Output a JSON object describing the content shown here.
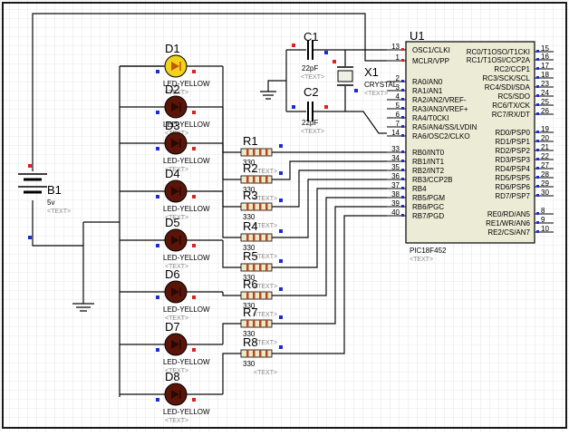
{
  "grid_color": "#d4d4d4",
  "border_color": "#1a1a1a",
  "wire_color": "#0a0a0a",
  "led_color_on": "#f2d21b",
  "led_color_off": "#5a1508",
  "resistor_fill": "#f0e6c8",
  "resistor_stripe": "#b24a20",
  "marker_red": "#e02020",
  "marker_blue": "#1c2bd0",
  "mcu": {
    "ref": "U1",
    "part": "PIC18F452",
    "text": "<TEXT>",
    "left_pins": [
      {
        "num": "13",
        "name": "OSC1/CLKI"
      },
      {
        "num": "1",
        "name": "MCLR/VPP"
      },
      {
        "num": "2",
        "name": "RA0/AN0"
      },
      {
        "num": "3",
        "name": "RA1/AN1"
      },
      {
        "num": "4",
        "name": "RA2/AN2/VREF-"
      },
      {
        "num": "5",
        "name": "RA3/AN3/VREF+"
      },
      {
        "num": "6",
        "name": "RA4/T0CKI"
      },
      {
        "num": "7",
        "name": "RA5/AN4/SS/LVDIN"
      },
      {
        "num": "14",
        "name": "RA6/OSC2/CLKO"
      },
      {
        "num": "33",
        "name": "RB0/INT0"
      },
      {
        "num": "34",
        "name": "RB1/INT1"
      },
      {
        "num": "35",
        "name": "RB2/INT2"
      },
      {
        "num": "36",
        "name": "RB3/CCP2B"
      },
      {
        "num": "37",
        "name": "RB4"
      },
      {
        "num": "38",
        "name": "RB5/PGM"
      },
      {
        "num": "39",
        "name": "RB6/PGC"
      },
      {
        "num": "40",
        "name": "RB7/PGD"
      }
    ],
    "right_pins": [
      {
        "num": "15",
        "name": "RC0/T1OSO/T1CKI"
      },
      {
        "num": "16",
        "name": "RC1/T1OSI/CCP2A"
      },
      {
        "num": "17",
        "name": "RC2/CCP1"
      },
      {
        "num": "18",
        "name": "RC3/SCK/SCL"
      },
      {
        "num": "23",
        "name": "RC4/SDI/SDA"
      },
      {
        "num": "24",
        "name": "RC5/SDO"
      },
      {
        "num": "25",
        "name": "RC6/TX/CK"
      },
      {
        "num": "26",
        "name": "RC7/RX/DT"
      },
      {
        "num": "19",
        "name": "RD0/PSP0"
      },
      {
        "num": "20",
        "name": "RD1/PSP1"
      },
      {
        "num": "21",
        "name": "RD2/PSP2"
      },
      {
        "num": "22",
        "name": "RD3/PSP3"
      },
      {
        "num": "27",
        "name": "RD4/PSP4"
      },
      {
        "num": "28",
        "name": "RD5/PSP5"
      },
      {
        "num": "29",
        "name": "RD6/PSP6"
      },
      {
        "num": "30",
        "name": "RD7/PSP7"
      },
      {
        "num": "8",
        "name": "RE0/RD/AN5"
      },
      {
        "num": "9",
        "name": "RE1/WR/AN6"
      },
      {
        "num": "10",
        "name": "RE2/CS/AN7"
      }
    ]
  },
  "crystal": {
    "ref": "X1",
    "value": "CRYSTAL",
    "text": "<TEXT>"
  },
  "caps": [
    {
      "ref": "C1",
      "value": "22pF",
      "text": "<TEXT>"
    },
    {
      "ref": "C2",
      "value": "22pF",
      "text": "<TEXT>"
    }
  ],
  "battery": {
    "ref": "B1",
    "value": "5v",
    "text": "<TEXT>"
  },
  "leds": [
    {
      "ref": "D1",
      "part": "LED-YELLOW",
      "text": "<TEXT>",
      "lit": true
    },
    {
      "ref": "D2",
      "part": "LED-YELLOW",
      "text": "<TEXT>",
      "lit": false
    },
    {
      "ref": "D3",
      "part": "LED-YELLOW",
      "text": "<TEXT>",
      "lit": false
    },
    {
      "ref": "D4",
      "part": "LED-YELLOW",
      "text": "<TEXT>",
      "lit": false
    },
    {
      "ref": "D5",
      "part": "LED-YELLOW",
      "text": "<TEXT>",
      "lit": false
    },
    {
      "ref": "D6",
      "part": "LED-YELLOW",
      "text": "<TEXT>",
      "lit": false
    },
    {
      "ref": "D7",
      "part": "LED-YELLOW",
      "text": "<TEXT>",
      "lit": false
    },
    {
      "ref": "D8",
      "part": "LED-YELLOW",
      "text": "<TEXT>",
      "lit": false
    }
  ],
  "resistors": [
    {
      "ref": "R1",
      "value": "330",
      "text": "<TEXT>"
    },
    {
      "ref": "R2",
      "value": "330",
      "text": "<TEXT>"
    },
    {
      "ref": "R3",
      "value": "330",
      "text": "<TEXT>"
    },
    {
      "ref": "R4",
      "value": "330",
      "text": "<TEXT>"
    },
    {
      "ref": "R5",
      "value": "330",
      "text": "<TEXT>"
    },
    {
      "ref": "R6",
      "value": "330",
      "text": "<TEXT>"
    },
    {
      "ref": "R7",
      "value": "330",
      "text": "<TEXT>"
    },
    {
      "ref": "R8",
      "value": "330",
      "text": "<TEXT>"
    }
  ]
}
